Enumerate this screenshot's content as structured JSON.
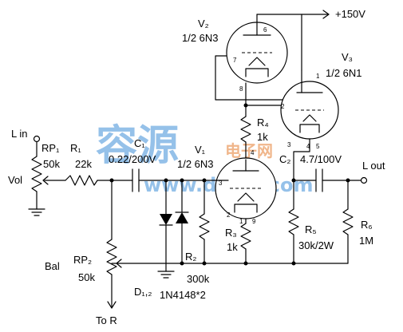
{
  "supply": "+150V",
  "tubes": {
    "v2": {
      "name": "V₂",
      "type": "1/2 6N3"
    },
    "v3": {
      "name": "V₃",
      "type": "1/2 6N1"
    },
    "v1": {
      "name": "V₁",
      "type": "1/2 6N3"
    }
  },
  "ports": {
    "l_in": "L in",
    "l_out": "L out",
    "to_r": "To R"
  },
  "components": {
    "rp1": {
      "ref": "RP₁",
      "value": "50k",
      "note": "Vol"
    },
    "r1": {
      "ref": "R₁",
      "value": "22k"
    },
    "c1": {
      "ref": "C₁",
      "value": "0.22/200V"
    },
    "r4": {
      "ref": "R₄",
      "value": "1k"
    },
    "c2": {
      "ref": "C₂",
      "value": "4.7/100V"
    },
    "r3": {
      "ref": "R₃",
      "value": "1k"
    },
    "r5": {
      "ref": "R₅",
      "value": "30k/2W"
    },
    "r6": {
      "ref": "R₆",
      "value": "1M"
    },
    "r2": {
      "ref": "R₂",
      "value": "300k"
    },
    "rp2": {
      "ref": "RP₂",
      "value": "50k",
      "note": "Bal"
    },
    "d12": {
      "ref": "D₁,₂",
      "value": "1N4148*2"
    }
  },
  "pins": {
    "v2_top": "6",
    "v2_grid": "7",
    "v2_cath": "8",
    "v3_top": "1",
    "v3_grid": "2",
    "v3_h1": "3",
    "v3_h2": "4",
    "v3_h3": "5",
    "v1_top": "4",
    "v1_grid": "3",
    "v1_b1": "2",
    "v1_b2": "1",
    "v1_b3": "9"
  },
  "watermark": {
    "main": "容源",
    "sub": "电子网",
    "url": "www.dziuu.com"
  }
}
